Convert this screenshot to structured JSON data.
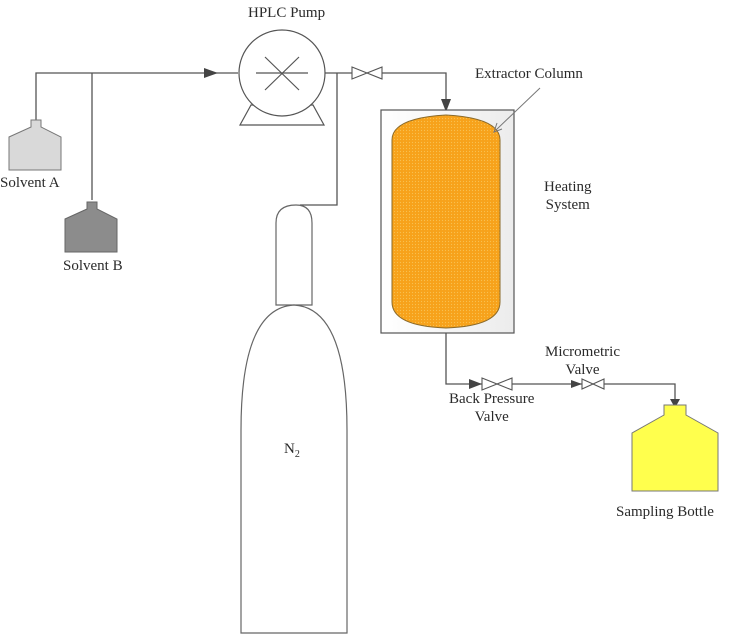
{
  "title": "Supercritical extraction apparatus schematic",
  "labels": {
    "hplc_pump": "HPLC Pump",
    "extractor_column": "Extractor Column",
    "heating_line1": "Heating",
    "heating_line2": "System",
    "solvent_a": "Solvent A",
    "solvent_b": "Solvent B",
    "n2_main": "N",
    "n2_sub": "2",
    "micrometric_line1": "Micrometric",
    "micrometric_line2": "Valve",
    "back_pressure_line1": "Back Pressure",
    "back_pressure_line2": "Valve",
    "sampling_bottle": "Sampling Bottle"
  },
  "colors": {
    "line": "#555555",
    "solvent_a_fill": "#d9d9d9",
    "solvent_b_fill": "#8c8c8c",
    "column_fill": "#f7a21b",
    "column_stroke": "#8a6a2a",
    "heating_fill": "#f2f2f2",
    "sampling_fill": "#ffff4d"
  }
}
